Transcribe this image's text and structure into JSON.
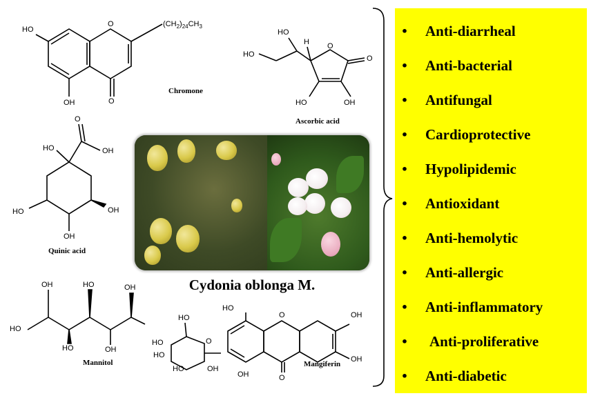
{
  "molecules": {
    "chromone": {
      "name": "Chromone",
      "ho_top": "HO",
      "ho_bottom": "OH",
      "ring_o": "O",
      "carbonyl_o": "O",
      "chain": "(CH",
      "chain_sub": "2",
      "chain_close": ")",
      "chain_count": "24",
      "chain_end": "CH",
      "chain_end_sub": "3"
    },
    "ascorbic_acid": {
      "name": "Ascorbic acid",
      "ho_top": "HO",
      "ho_left": "HO",
      "h": "H",
      "ring_o": "O",
      "carbonyl_o": "O",
      "ho_bottom_left": "HO",
      "oh_bottom_right": "OH"
    },
    "quinic_acid": {
      "name": "Quinic acid",
      "carbonyl_o": "O",
      "ho_top": "HO",
      "oh_acid": "OH",
      "ho_left": "HO",
      "oh_right": "OH",
      "oh_bottom": "OH"
    },
    "mannitol": {
      "name": "Mannitol",
      "ho_1": "HO",
      "oh_2": "OH",
      "ho_3": "HO",
      "ho_4": "HO",
      "oh_5": "OH",
      "oh_6": "OH"
    },
    "mangiferin": {
      "name": "Mangiferin",
      "ho_sugar_top": "HO",
      "ho_sugar_1": "HO",
      "ho_sugar_2": "HO",
      "ho_sugar_3": "HO",
      "oh_sugar": "OH",
      "sugar_o": "O",
      "ho_xan_top": "HO",
      "xan_o": "O",
      "oh_top_right": "OH",
      "oh_right": "OH",
      "oh_bottom": "OH",
      "carbonyl_o": "O"
    }
  },
  "plant": {
    "caption": "Cydonia oblonga M."
  },
  "activities": [
    "Anti-diarrheal",
    "Anti-bacterial",
    "Antifungal",
    "Cardioprotective",
    "Hypolipidemic",
    "Antioxidant",
    "Anti-hemolytic",
    "Anti-allergic",
    "Anti-inflammatory",
    "Anti-proliferative",
    "Anti-diabetic"
  ],
  "bullet_glyph": "•",
  "colors": {
    "panel": "#ffff00",
    "text": "#000000",
    "photo_frame": "#bfbfbf"
  }
}
